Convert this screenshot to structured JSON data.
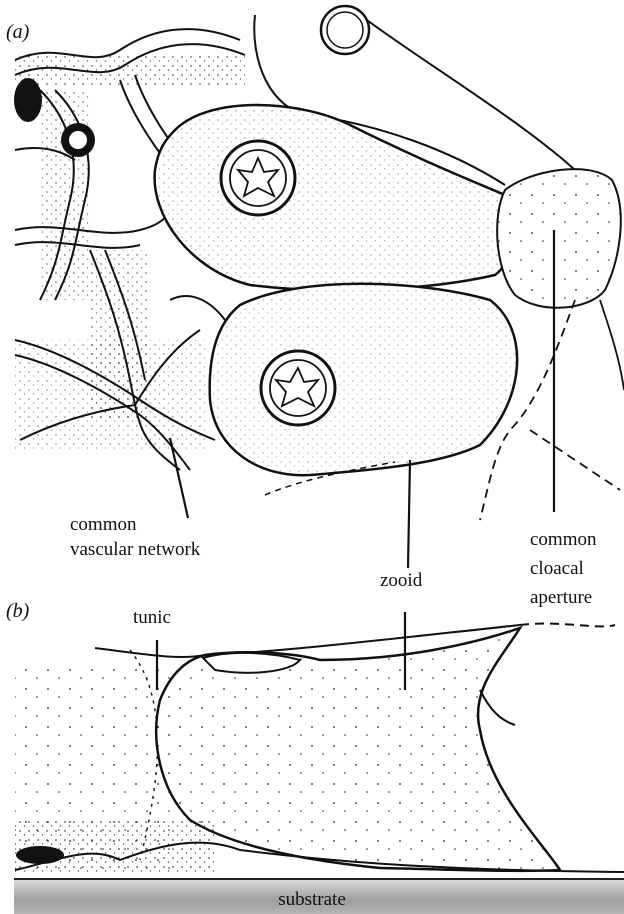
{
  "panels": {
    "a": "(a)",
    "b": "(b)"
  },
  "labels": {
    "vascular": [
      "common",
      "vascular network"
    ],
    "zooid": "zooid",
    "cloacal": [
      "common",
      "cloacal",
      "aperture"
    ],
    "tunic": "tunic",
    "substrate": "substrate"
  },
  "colors": {
    "ink": "#111111",
    "substrate": "#b0b0b0"
  }
}
